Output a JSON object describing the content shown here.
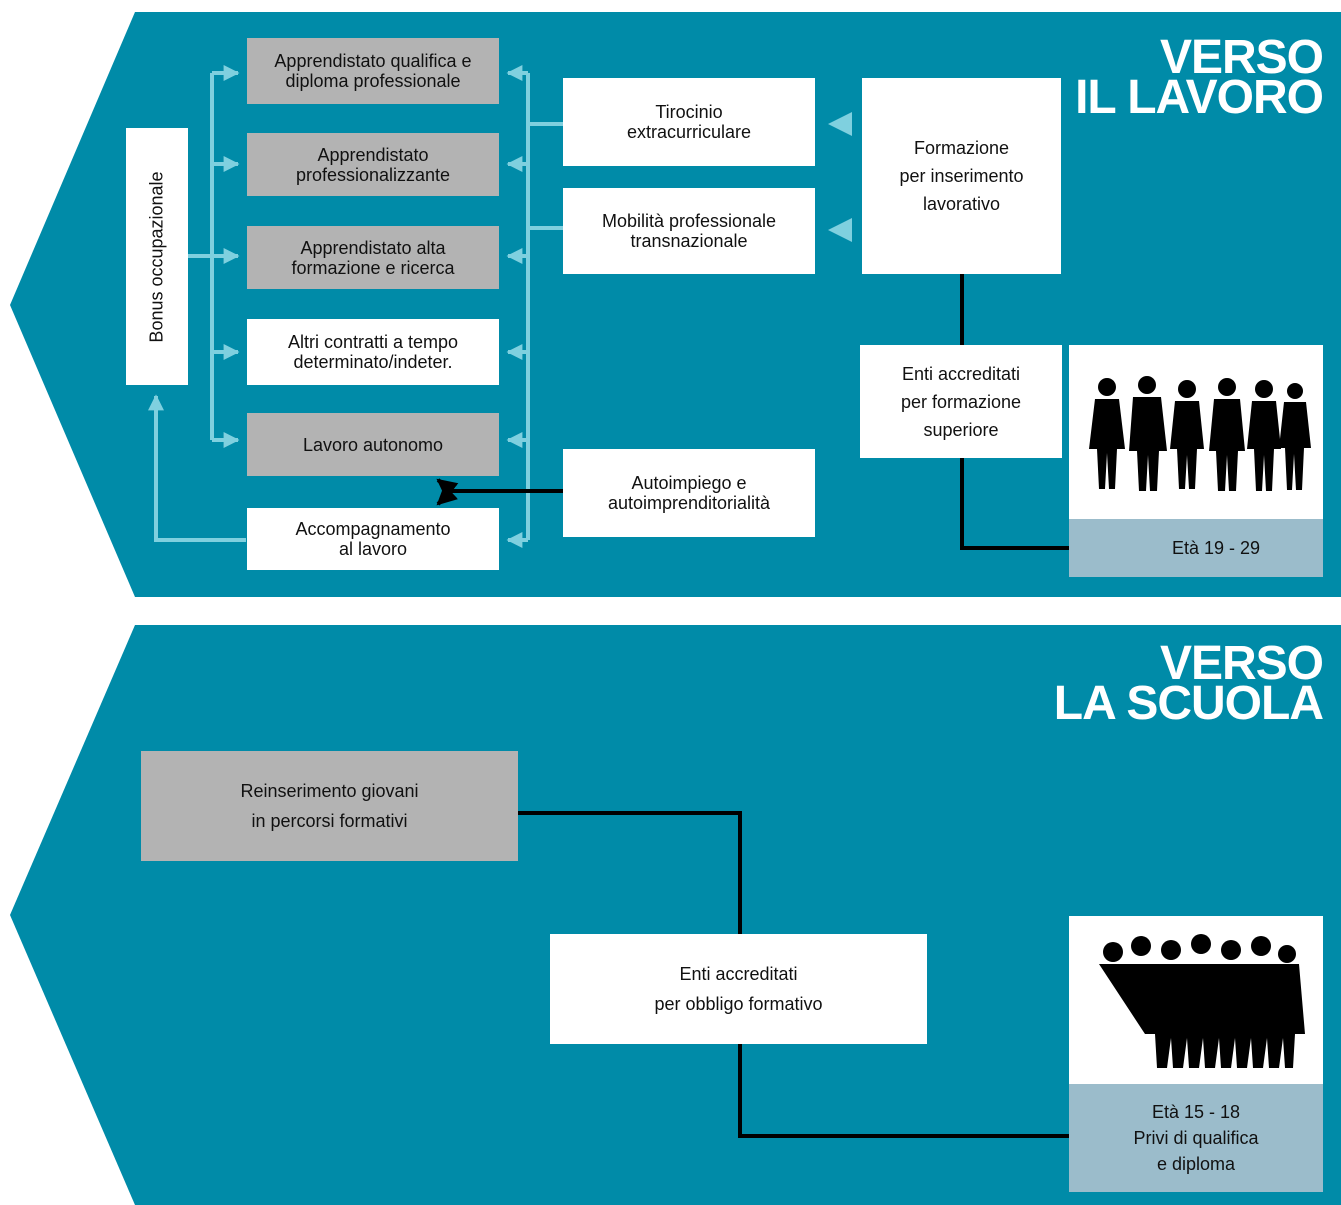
{
  "colors": {
    "band": "#008ba8",
    "connector_light": "#7fd0df",
    "connector_dark": "#000000",
    "box_grey": "#b3b3b3",
    "age_panel": "#9bbccb"
  },
  "work": {
    "title": "VERSO\nIL LAVORO",
    "bonus": "Bonus occupazionale",
    "outcomes": [
      "Apprendistato qualifica e\ndiploma professionale",
      "Apprendistato\nprofessionalizzante",
      "Apprendistato alta\nformazione e ricerca",
      "Altri contratti a tempo\ndeterminato/indeter.",
      "Lavoro autonomo",
      "Accompagnamento\nal lavoro"
    ],
    "tirocinio": "Tirocinio\nextracurriculare",
    "mobilita": "Mobilità professionale\ntransnazionale",
    "autoimpiego": "Autoimpiego e\nautoimprenditorialità",
    "formazione": "Formazione\nper inserimento\nlavorativo",
    "enti": "Enti accreditati\nper formazione\nsuperiore",
    "age": "Età 19 - 29",
    "photo_icon": "youth-group-icon"
  },
  "school": {
    "title": "VERSO\nLA SCUOLA",
    "reinserimento": "Reinserimento giovani\nin percorsi formativi",
    "enti": "Enti accreditati\nper obbligo formativo",
    "age": "Età 15 - 18\nPrivi di qualifica\ne diploma",
    "photo_icon": "teen-group-icon"
  }
}
